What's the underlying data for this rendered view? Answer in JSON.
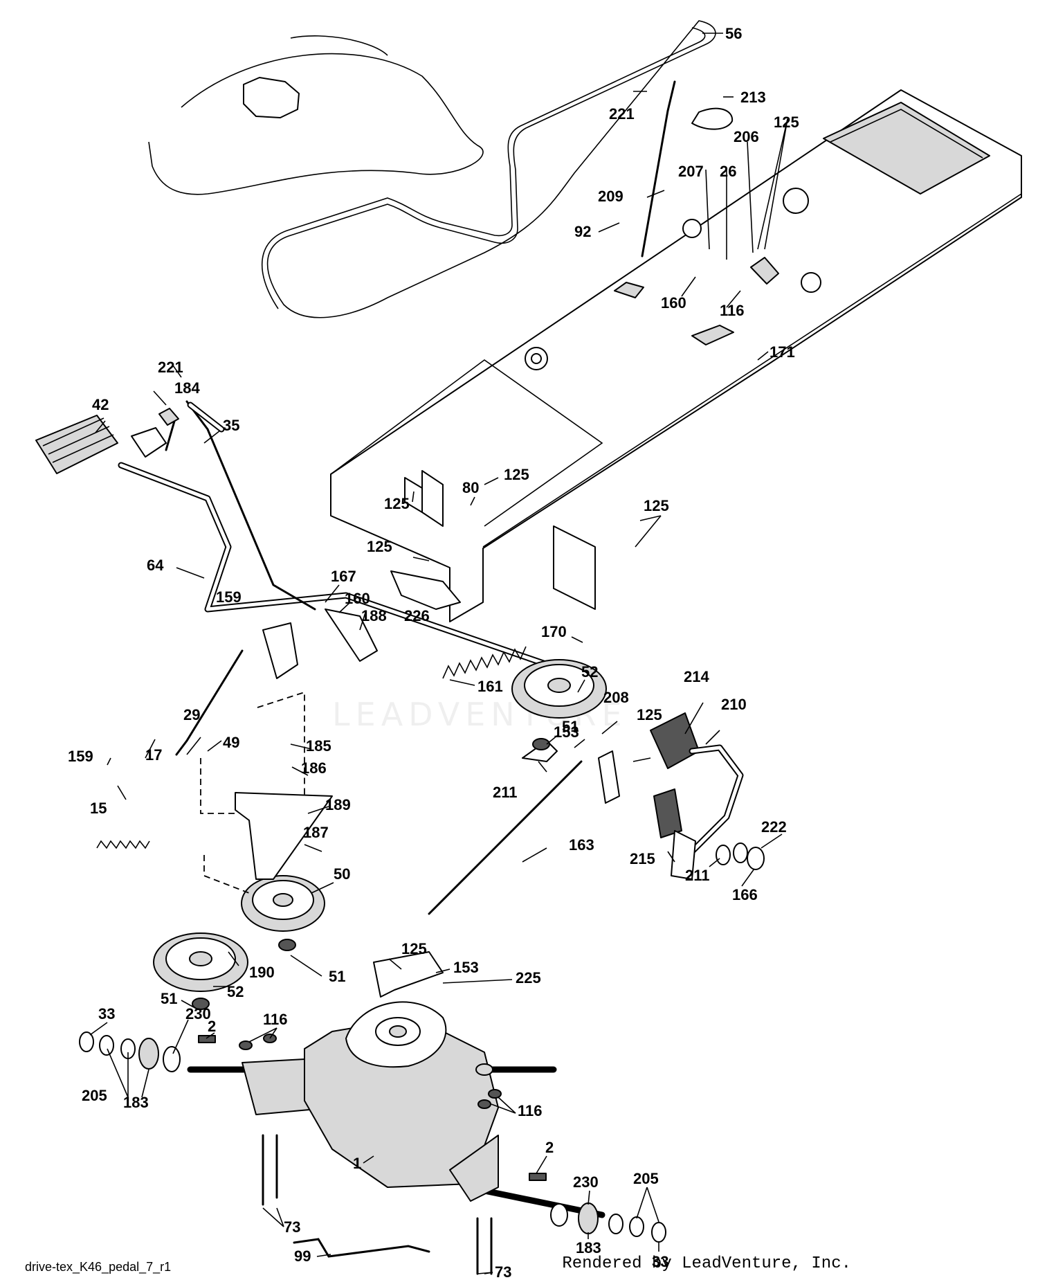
{
  "diagram": {
    "file_id": "drive-tex_K46_pedal_7_r1",
    "rendered_by": "Rendered by LeadVenture, Inc.",
    "watermark": "LEADVENTURE",
    "callouts": [
      {
        "id": "56",
        "label": "56"
      },
      {
        "id": "213",
        "label": "213"
      },
      {
        "id": "221a",
        "label": "221"
      },
      {
        "id": "125a",
        "label": "125"
      },
      {
        "id": "206",
        "label": "206"
      },
      {
        "id": "207",
        "label": "207"
      },
      {
        "id": "26",
        "label": "26"
      },
      {
        "id": "209",
        "label": "209"
      },
      {
        "id": "92",
        "label": "92"
      },
      {
        "id": "160a",
        "label": "160"
      },
      {
        "id": "116a",
        "label": "116"
      },
      {
        "id": "171",
        "label": "171"
      },
      {
        "id": "221b",
        "label": "221"
      },
      {
        "id": "184",
        "label": "184"
      },
      {
        "id": "42",
        "label": "42"
      },
      {
        "id": "35",
        "label": "35"
      },
      {
        "id": "125b",
        "label": "125"
      },
      {
        "id": "80",
        "label": "80"
      },
      {
        "id": "125c",
        "label": "125"
      },
      {
        "id": "125d",
        "label": "125"
      },
      {
        "id": "125e",
        "label": "125"
      },
      {
        "id": "64",
        "label": "64"
      },
      {
        "id": "167",
        "label": "167"
      },
      {
        "id": "159a",
        "label": "159"
      },
      {
        "id": "160b",
        "label": "160"
      },
      {
        "id": "188",
        "label": "188"
      },
      {
        "id": "226",
        "label": "226"
      },
      {
        "id": "170",
        "label": "170"
      },
      {
        "id": "52a",
        "label": "52"
      },
      {
        "id": "161",
        "label": "161"
      },
      {
        "id": "214",
        "label": "214"
      },
      {
        "id": "210",
        "label": "210"
      },
      {
        "id": "51a",
        "label": "51"
      },
      {
        "id": "208",
        "label": "208"
      },
      {
        "id": "29",
        "label": "29"
      },
      {
        "id": "185",
        "label": "185"
      },
      {
        "id": "153a",
        "label": "153"
      },
      {
        "id": "125f",
        "label": "125"
      },
      {
        "id": "49",
        "label": "49"
      },
      {
        "id": "159b",
        "label": "159"
      },
      {
        "id": "17",
        "label": "17"
      },
      {
        "id": "186",
        "label": "186"
      },
      {
        "id": "211a",
        "label": "211"
      },
      {
        "id": "15",
        "label": "15"
      },
      {
        "id": "189",
        "label": "189"
      },
      {
        "id": "187",
        "label": "187"
      },
      {
        "id": "163",
        "label": "163"
      },
      {
        "id": "222",
        "label": "222"
      },
      {
        "id": "215",
        "label": "215"
      },
      {
        "id": "211b",
        "label": "211"
      },
      {
        "id": "50",
        "label": "50"
      },
      {
        "id": "166",
        "label": "166"
      },
      {
        "id": "125g",
        "label": "125"
      },
      {
        "id": "190",
        "label": "190"
      },
      {
        "id": "51b",
        "label": "51"
      },
      {
        "id": "153b",
        "label": "153"
      },
      {
        "id": "225",
        "label": "225"
      },
      {
        "id": "51c",
        "label": "51"
      },
      {
        "id": "52b",
        "label": "52"
      },
      {
        "id": "33a",
        "label": "33"
      },
      {
        "id": "230a",
        "label": "230"
      },
      {
        "id": "116b",
        "label": "116"
      },
      {
        "id": "2a",
        "label": "2"
      },
      {
        "id": "205a",
        "label": "205"
      },
      {
        "id": "183a",
        "label": "183"
      },
      {
        "id": "116c",
        "label": "116"
      },
      {
        "id": "2b",
        "label": "2"
      },
      {
        "id": "1",
        "label": "1"
      },
      {
        "id": "230b",
        "label": "230"
      },
      {
        "id": "205b",
        "label": "205"
      },
      {
        "id": "73a",
        "label": "73"
      },
      {
        "id": "183b",
        "label": "183"
      },
      {
        "id": "33b",
        "label": "33"
      },
      {
        "id": "99",
        "label": "99"
      },
      {
        "id": "73b",
        "label": "73"
      }
    ]
  }
}
